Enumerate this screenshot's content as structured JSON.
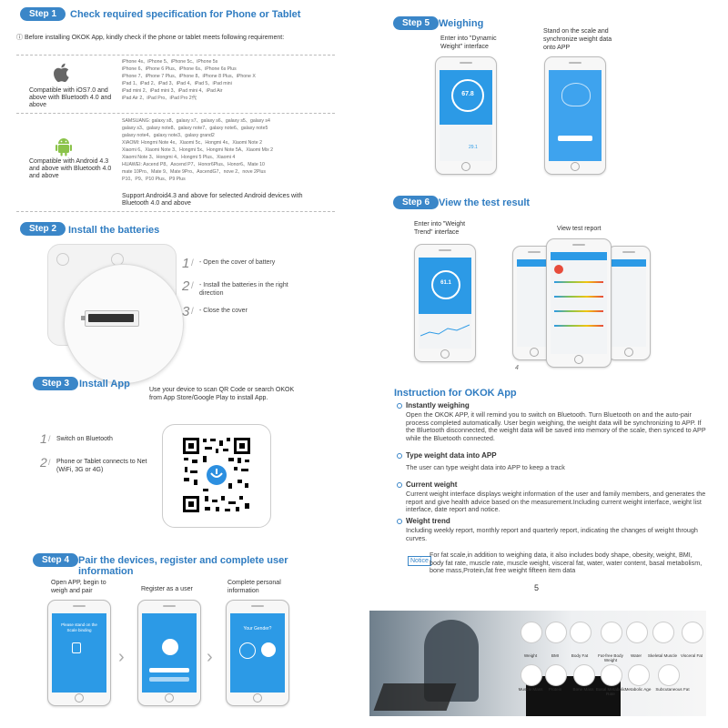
{
  "step1": {
    "pill": "Step 1",
    "title": "Check required specification for Phone or Tablet",
    "intro": "ⓘ Before installing OKOK App, kindly check if the phone or tablet meets following requirement:",
    "ios": {
      "label": "Compatible with iOS7.0 and above with Bluetooth 4.0 and above",
      "models": [
        "iPhone 4s、iPhone 5、iPhone 5c、iPhone 5s",
        "iPhone 6、iPhone 6 Plus、iPhone 6s、iPhone 6s Plus",
        "iPhone 7、iPhone 7 Plus、iPhone 8、iPhone 8 Plus、iPhone X",
        "iPad 1、iPad 2、iPad 3、iPad 4、iPad 5、iPad mini",
        "iPad mini 2、iPad mini 3、iPad mini 4、iPad Air",
        "iPad Air 2、iPad Pro、iPad Pro 2代"
      ]
    },
    "android": {
      "label": "Compatible with Android 4.3 and above with Bluetooth 4.0 and above",
      "models": [
        "SAMSUANG: galaxy s8、galaxy s7、galaxy s6、galaxy s5、galaxy s4",
        "galaxy s3、galaxy note8、galaxy note7、galaxy note6、galaxy note5",
        "galaxy note4、galaxy note3、galaxy grand2",
        "XIAOMI: Hongmi Note 4x、Xiaomi 5c、Hongmi 4x、Xiaomi Note 2",
        "Xiaomi 6、Xiaomi Note 3、Hongmi 5x、Hongmi Note 5A、Xiaomi Mix 2",
        "Xiaomi Note 3、Hongmi 4、Hongmi 5 Plus、Xiaomi 4",
        "HUAWEI: Ascend P8、Ascend P7、Honor6Plus、Honor6、Mate 10",
        "mate 10Pro、Mate 9、Mate 9Pro、AscendG7、nove 2、nove 2Plus",
        "P10、P9、P10 Plus、P9 Plus"
      ],
      "support": "Support Android4.3 and above for selected Android devices with Bluetooth 4.0 and above"
    }
  },
  "step2": {
    "pill": "Step 2",
    "title": "Install the batteries",
    "items": [
      {
        "num": "1",
        "text": "- Open the cover of battery"
      },
      {
        "num": "2",
        "text": "- Install the batteries in the right direction"
      },
      {
        "num": "3",
        "text": "- Close the cover"
      }
    ]
  },
  "step3": {
    "pill": "Step 3",
    "title": "Install App",
    "text": "Use your device to scan QR Code  or search OKOK from App Store/Google Play to install App.",
    "items": [
      {
        "num": "1",
        "text": "Switch on Bluetooth"
      },
      {
        "num": "2",
        "text": "Phone or Tablet connects to Net (WiFi, 3G or 4G)"
      }
    ]
  },
  "step4": {
    "pill": "Step 4",
    "title": "Pair the devices, register and complete user information",
    "captions": [
      "Open APP, begin to weigh and pair",
      "Register as a user",
      "Complete personal information"
    ],
    "screen1": "Please stand on the Scale binding",
    "screen3": "Your Gender?"
  },
  "step5": {
    "pill": "Step 5",
    "title": "Weighing",
    "captions": [
      "Enter into \"Dynamic Weight\" interface",
      "Stand on the scale and synchronize weight data onto APP"
    ],
    "weight": "67.8",
    "weight2": "29.1"
  },
  "step6": {
    "pill": "Step 6",
    "title": "View the test result",
    "captions": [
      "Enter into \"Weight Trend\" interface",
      "View test report"
    ],
    "trend_value": "61.1",
    "marker": "4"
  },
  "instruction": {
    "title": "Instruction for OKOK  App",
    "items": [
      {
        "h": "Instantly weighing",
        "t": "Open the OKOK APP, it will remind you to switch on Bluetooth. Turn Bluetooth on and the auto-pair process completed automatically. User begin weighing, the weight data will be synchronizing to APP. If the Bluetooth disconnected, the weight data will be saved into memory of the scale, then synced to APP while the Bluetooth connected."
      },
      {
        "h": "Type weight data into APP",
        "t": "The user can type weight data into APP to keep a track"
      },
      {
        "h": "Current weight",
        "t": "Current weight interface displays weight information of the user and family members, and generates the report and give health advice based on the measurement.Including current weight interface, weight list interface, date report and notice."
      },
      {
        "h": "Weight trend",
        "t": "Including weekly report, monthly report and quarterly report, indicating the changes of weight through curves."
      }
    ],
    "notice_label": "Notice",
    "notice": "For fat scale,in addition to weighing  data, it also includes body shape, obesity, weight, BMI, body fat rate, muscle rate, muscle weight, visceral fat, water, water content, basal metabolism, bone mass,Protein,fat free weight fifteen item data",
    "page": "5"
  },
  "banner": {
    "metrics": [
      "Weight",
      "BMI",
      "Body Fat",
      "Fat-free Body Weight",
      "Water",
      "Skeletal Muscle",
      "Visceral Fat",
      "Muscle Mass",
      "Protein",
      "Bone Mass",
      "Basal Metabolic Rate",
      "Metabolic Age",
      "Subcutaneous Fat"
    ]
  }
}
